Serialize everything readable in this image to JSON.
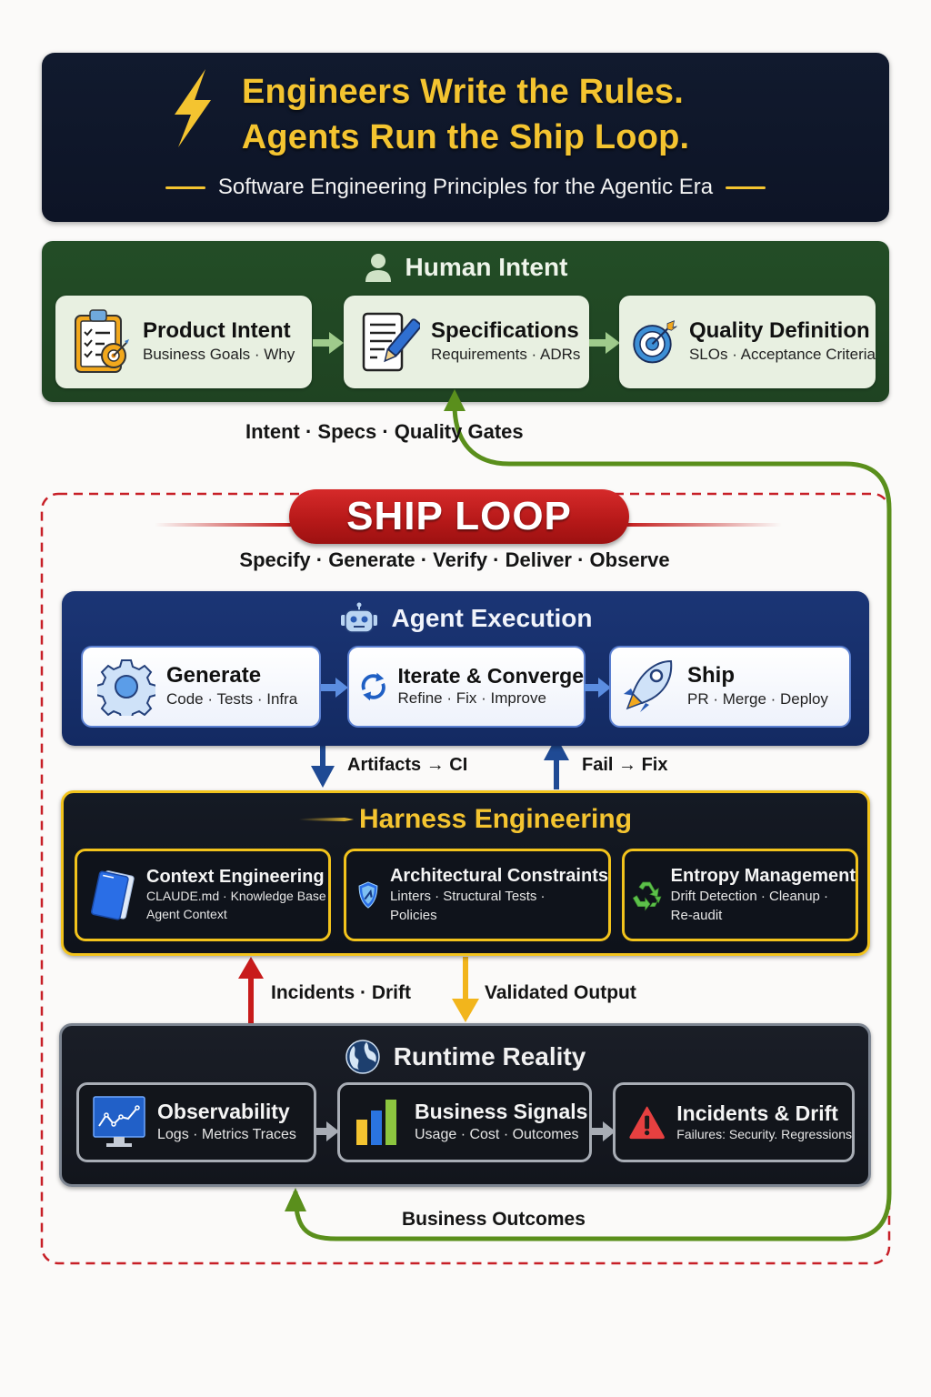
{
  "header": {
    "title_line_1": "Engineers Write the Rules.",
    "title_line_2": "Agents Run the Ship Loop.",
    "subtitle": "Software Engineering Principles for the Agentic Era",
    "icon": "lightning-bolt-icon"
  },
  "human_intent": {
    "title": "Human Intent",
    "icon": "person-icon",
    "cards": [
      {
        "title": "Product Intent",
        "subtitle": "Business Goals · Why",
        "icon": "clipboard-target-icon"
      },
      {
        "title": "Specifications",
        "subtitle": "Requirements · ADRs",
        "icon": "document-pencil-icon"
      },
      {
        "title": "Quality Definition",
        "subtitle": "SLOs · Acceptance Criteria",
        "icon": "bullseye-icon"
      }
    ]
  },
  "connectors": {
    "intent_to_loop": "Intent · Specs · Quality Gates",
    "agent_down": "Artifacts → CI",
    "agent_up": "Fail → Fix",
    "runtime_up": "Incidents · Drift",
    "harness_down": "Validated Output",
    "feedback_loop": "Business Outcomes"
  },
  "ship_loop": {
    "title": "SHIP LOOP",
    "stages": "Specify · Generate · Verify · Deliver · Observe"
  },
  "agent_execution": {
    "title": "Agent Execution",
    "icon": "robot-icon",
    "cards": [
      {
        "title": "Generate",
        "subtitle": "Code · Tests · Infra",
        "icon": "gear-icon"
      },
      {
        "title": "Iterate & Converge",
        "subtitle": "Refine · Fix · Improve",
        "icon": "refresh-icon"
      },
      {
        "title": "Ship",
        "subtitle": "PR · Merge · Deploy",
        "icon": "rocket-icon"
      }
    ]
  },
  "harness_engineering": {
    "title": "Harness Engineering",
    "cards": [
      {
        "title": "Context Engineering",
        "subtitle_1": "CLAUDE.md · Knowledge Base",
        "subtitle_2": "Agent Context",
        "icon": "notebook-icon"
      },
      {
        "title": "Architectural Constraints",
        "subtitle_1": "Linters · Structural Tests ·",
        "subtitle_2": "Policies",
        "icon": "shield-icon"
      },
      {
        "title": "Entropy Management",
        "subtitle_1": "Drift Detection · Cleanup ·",
        "subtitle_2": "Re-audit",
        "icon": "recycle-icon"
      }
    ]
  },
  "runtime_reality": {
    "title": "Runtime Reality",
    "icon": "globe-icon",
    "cards": [
      {
        "title": "Observability",
        "subtitle": "Logs · Metrics  Traces",
        "icon": "monitor-chart-icon"
      },
      {
        "title": "Business Signals",
        "subtitle": "Usage · Cost · Outcomes",
        "icon": "bar-chart-icon"
      },
      {
        "title": "Incidents & Drift",
        "subtitle": "Failures: Security. Regressions",
        "icon": "warning-icon"
      }
    ]
  },
  "colors": {
    "gold": "#f4c430",
    "intent_green": "#234d26",
    "agent_blue": "#1b3575",
    "loop_red": "#c41e1e",
    "feedback_green": "#5a8f1c"
  }
}
